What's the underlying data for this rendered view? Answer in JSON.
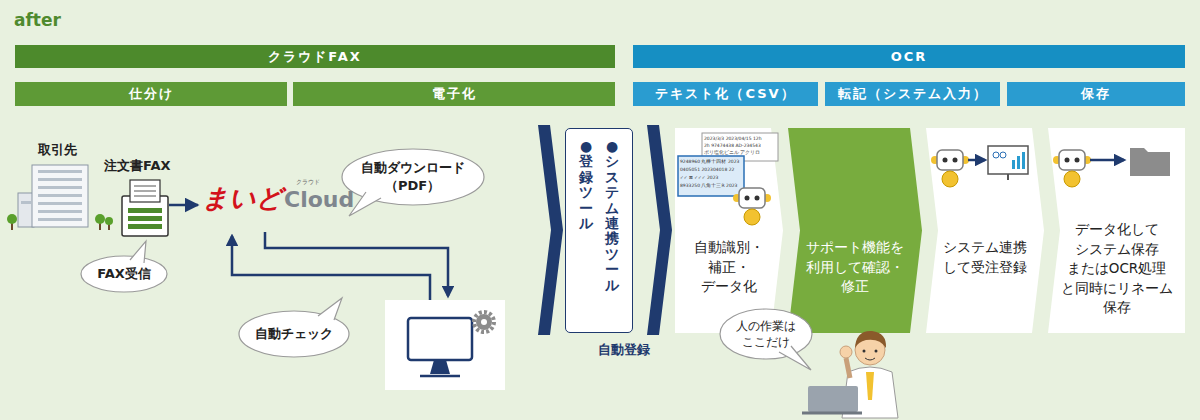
{
  "diagram": {
    "nodes": [
      {
        "text": [
          "クラウドFAX"
        ]
      },
      {
        "text": [
          "仕分け"
        ]
      },
      {
        "text": [
          "電子化"
        ]
      },
      {
        "text": [
          "OCR"
        ]
      },
      {
        "text": [
          "テキスト化（CSV）"
        ]
      },
      {
        "text": [
          "転記（システム入力）"
        ]
      },
      {
        "text": [
          "保存"
        ]
      },
      {
        "text": [
          "取引先"
        ]
      },
      {
        "text": [
          "注文書FAX"
        ]
      },
      {
        "text": [
          "まいど",
          "クラウド",
          "Cloud"
        ]
      },
      {
        "text": [
          "FAX受信"
        ]
      },
      {
        "text": [
          "自動ダウンロード （PDF）"
        ]
      },
      {
        "text": [
          "自動チェック"
        ]
      },
      {
        "text": [
          "●システム連携ツール",
          "●登録ツール"
        ]
      },
      {
        "text": [
          "自動識別・ 補正・ データ化"
        ]
      },
      {
        "text": [
          "サポート機能を 利用して確認・ 修正"
        ]
      },
      {
        "text": [
          "システム連携 して受注登録"
        ]
      },
      {
        "text": [
          "データ化して システム保存 またはOCR処理 と同時にリネーム 保存"
        ]
      },
      {
        "text": [
          "人の作業は ここだけ"
        ]
      }
    ],
    "edges": [
      {
        "from": 8,
        "to": 9,
        "arrow": "to"
      }
    ],
    "labels": [
      "after",
      "自動登録",
      "2023/3/3 2023/04/15 12h",
      "2h 97474438 AD-234543",
      "ポリ塩化ビニル アクリロ",
      "9248960 丸棒十四材 2023",
      "0405051 202304018 22",
      "✓✓ ⊠ ✓✓✓ 2023",
      "8933250 八角十三R 2023"
    ]
  }
}
